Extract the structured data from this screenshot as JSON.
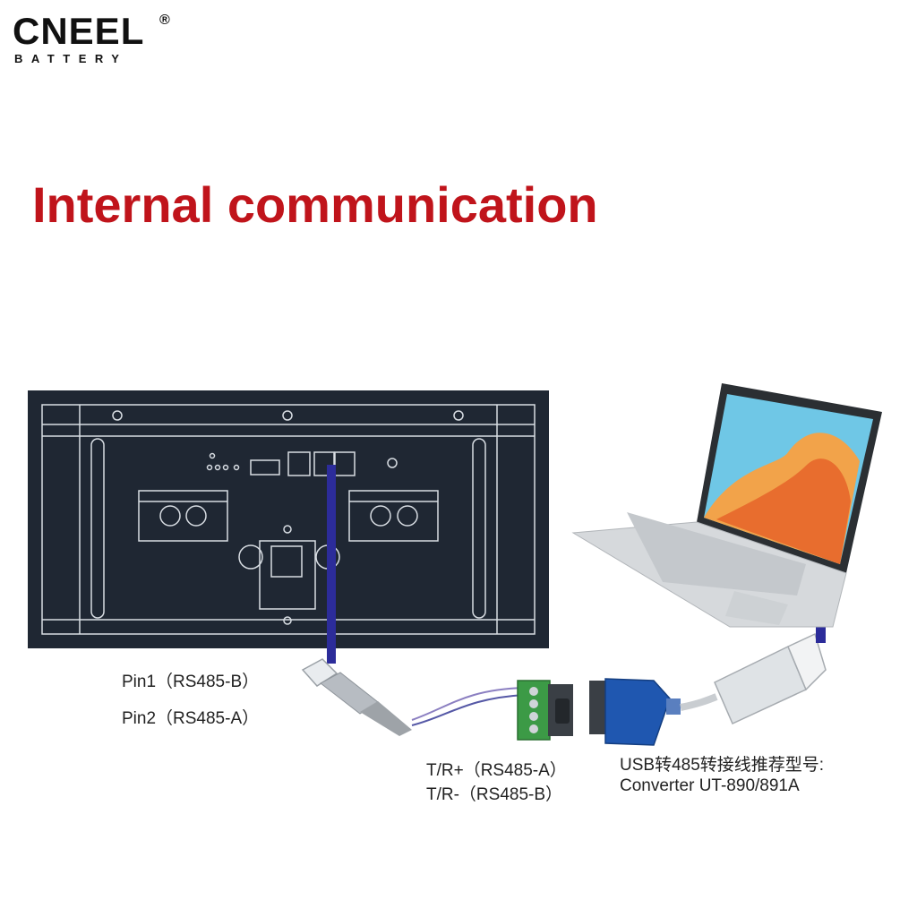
{
  "logo": {
    "brand": "CNEEL",
    "registered": "®",
    "tagline": "BATTERY"
  },
  "title": "Internal communication",
  "labels": {
    "pin1": "Pin1（RS485-B）",
    "pin2": "Pin2（RS485-A）",
    "tr_plus": "T/R+（RS485-A）",
    "tr_minus": "T/R-（RS485-B）",
    "converter_cn": "USB转485转接线推荐型号:",
    "converter_model": "Converter UT-890/891A"
  },
  "colors": {
    "title": "#c0141b",
    "battery_panel": "#1f2733",
    "panel_lines": "#d8dde3",
    "signal_wire": "#2c2c9a",
    "terminal_block": "#3c9a46",
    "converter": "#1f57b0"
  }
}
